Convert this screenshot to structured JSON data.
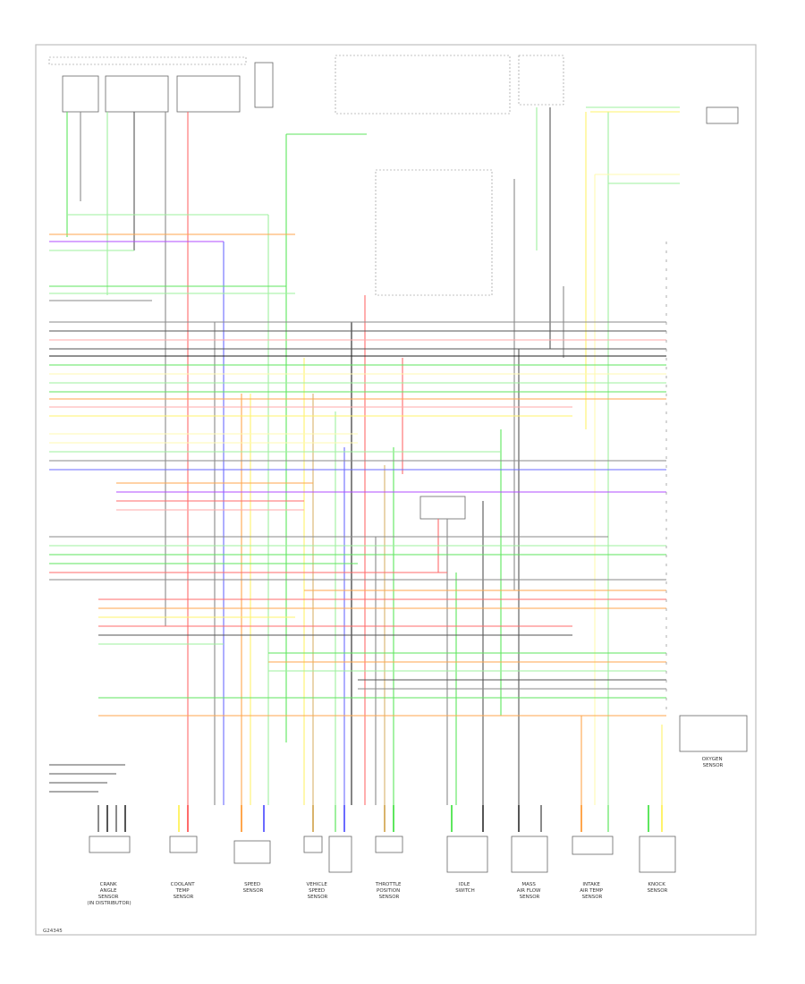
{
  "colors": {
    "green": "#5ee65e",
    "lightgreen": "#9ef09e",
    "red": "#ff6b6b",
    "pink": "#ffaaaa",
    "orange": "#ffa64d",
    "yellow": "#fff36b",
    "lightyellow": "#fff9b0",
    "blue": "#6b6bff",
    "violet": "#b04dff",
    "gray": "#8a8a8a",
    "darkgray": "#555555",
    "black": "#222222",
    "tan": "#d9b36b"
  },
  "footer_id": "G24345",
  "components": [
    {
      "lines": [
        "CRANK",
        "ANGLE",
        "SENSOR",
        "(IN DISTRIBUTOR)"
      ]
    },
    {
      "lines": [
        "COOLANT",
        "TEMP",
        "SENSOR"
      ]
    },
    {
      "lines": [
        "SPEED",
        "SENSOR"
      ]
    },
    {
      "lines": [
        "VEHICLE",
        "SPEED",
        "SENSOR"
      ]
    },
    {
      "lines": [
        "THROTTLE",
        "POSITION",
        "SENSOR"
      ]
    },
    {
      "lines": [
        "IDLE",
        "SWITCH"
      ]
    },
    {
      "lines": [
        "MASS",
        "AIR FLOW",
        "SENSOR"
      ]
    },
    {
      "lines": [
        "INTAKE",
        "AIR TEMP",
        "SENSOR"
      ]
    },
    {
      "lines": [
        "KNOCK",
        "SENSOR"
      ]
    },
    {
      "lines": [
        "OXYGEN",
        "SENSOR"
      ]
    }
  ]
}
